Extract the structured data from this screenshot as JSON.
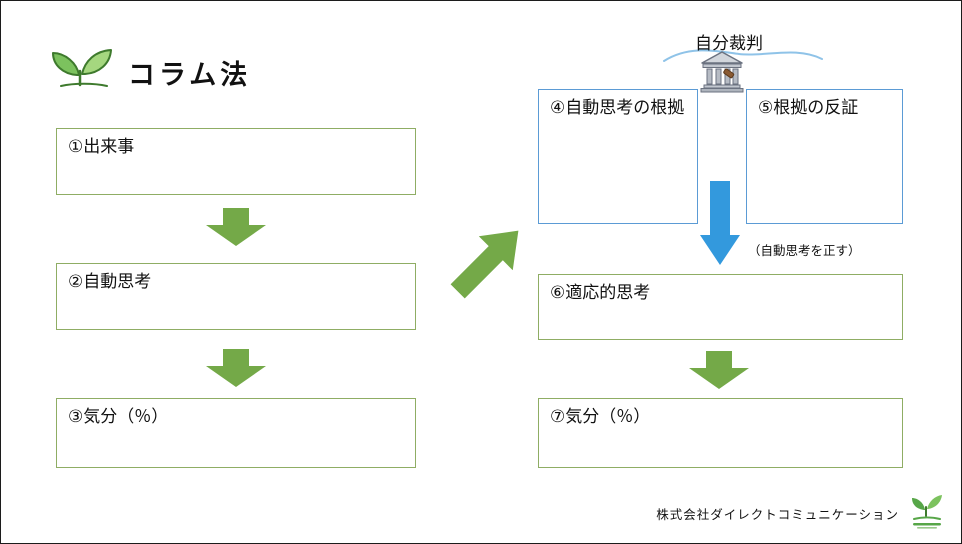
{
  "header": {
    "title": "コラム法",
    "icon": "sprout-icon"
  },
  "left_flow": {
    "boxes": [
      {
        "label": "①出来事"
      },
      {
        "label": "②自動思考"
      },
      {
        "label": "③気分（％）"
      }
    ]
  },
  "right_flow": {
    "judge_label": "自分裁判",
    "judge_icon": "courthouse-icon",
    "top_boxes": [
      {
        "label": "④自動思考の根拠"
      },
      {
        "label": "⑤根拠の反証"
      }
    ],
    "blue_arrow_note": "（自動思考を正す）",
    "boxes": [
      {
        "label": "⑥適応的思考"
      },
      {
        "label": "⑦気分（％）"
      }
    ]
  },
  "footer": {
    "company": "株式会社ダイレクトコミュニケーション",
    "logo": "sprout-logo-icon"
  },
  "colors": {
    "green_box_border": "#8fad64",
    "green_arrow": "#74a948",
    "blue_box_border": "#5b9bd5",
    "blue_arrow": "#3399dd"
  }
}
